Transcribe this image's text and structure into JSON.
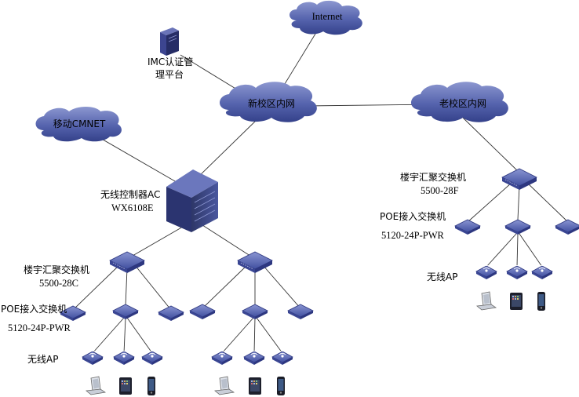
{
  "clouds": {
    "internet": "Internet",
    "new_campus": "新校区内网",
    "old_campus": "老校区内网",
    "mobile": "移动CMNET"
  },
  "imc": {
    "line1": "IMC认证管",
    "line2": "理平台"
  },
  "ac": {
    "line1": "无线控制器AC",
    "line2": "WX6108E"
  },
  "left_agg": {
    "line1": "楼宇汇聚交换机",
    "line2": "5500-28C"
  },
  "left_poe": {
    "line1": "POE接入交换机",
    "line2": "5120-24P-PWR"
  },
  "left_ap": "无线AP",
  "right_agg": {
    "line1": "楼宇汇聚交换机",
    "line2": "5500-28F"
  },
  "right_poe": {
    "line1": "POE接入交换机",
    "line2": "5120-24P-PWR"
  },
  "right_ap": "无线AP",
  "colors": {
    "cloud": "#3f4f9a",
    "cloud_highlight": "#7e8bc8",
    "switch": "#4b5aa8",
    "switch_top": "#7a86c9",
    "device_dark": "#2b2f4a"
  }
}
